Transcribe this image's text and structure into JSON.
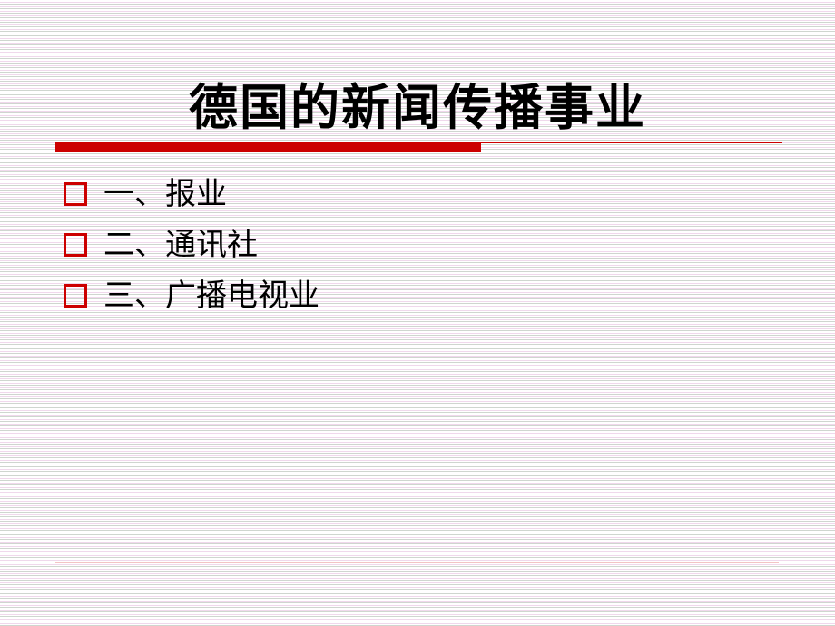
{
  "slide": {
    "title": "德国的新闻传播事业",
    "accent_color": "#CC0000",
    "bullets": [
      {
        "icon": "hollow-square-bullet-icon",
        "text": "一、报业"
      },
      {
        "icon": "hollow-square-bullet-icon",
        "text": "二、通讯社"
      },
      {
        "icon": "hollow-square-bullet-icon",
        "text": "三、广播电视业"
      }
    ]
  }
}
